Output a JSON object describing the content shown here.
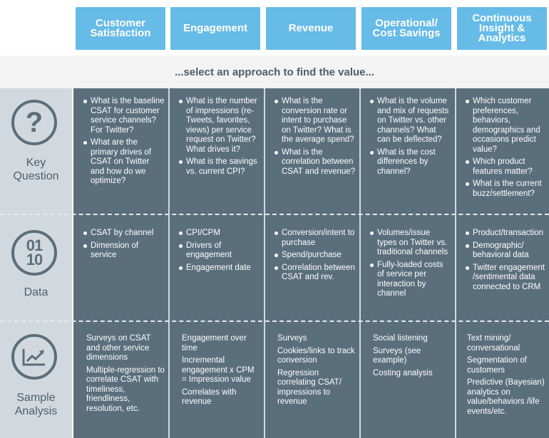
{
  "columns": [
    {
      "title": "Customer Satisfaction"
    },
    {
      "title": "Engagement"
    },
    {
      "title": "Revenue"
    },
    {
      "title": "Operational/ Cost Savings"
    },
    {
      "title": "Continuous Insight & Analytics"
    }
  ],
  "banner": "...select an approach to find the value...",
  "rows": [
    {
      "label_lines": [
        "Key",
        "Question"
      ],
      "icon": "question-mark-icon",
      "icon_text": "?",
      "cells": [
        [
          "What is the baseline CSAT for customer service channels? For Twitter?",
          "What are the primary drives of CSAT on Twitter and how do we optimize?"
        ],
        [
          "What is the number of impressions (re-Tweets, favorites, views) per service request on Twitter? What drives it?",
          "What is the savings vs. current CPI?"
        ],
        [
          "What is the conversion rate or intent to purchase on Twitter? What is the average spend?",
          "What is the correlation between CSAT and revenue?"
        ],
        [
          "What is the volume and mix of requests on Twitter vs. other channels? What can be deflected?",
          "What is the cost differences by channel?"
        ],
        [
          "Which customer preferences, behaviors, demographics and occasions predict value?",
          "Which product features matter?",
          "What is the current buzz/settlement?"
        ]
      ]
    },
    {
      "label_lines": [
        "Data"
      ],
      "icon": "binary-data-icon",
      "icon_lines": [
        "01",
        "10"
      ],
      "cells": [
        [
          "CSAT by channel",
          "Dimension of service"
        ],
        [
          "CPI/CPM",
          "Drivers of engagement",
          "Engagement date"
        ],
        [
          "Conversion/intent to purchase",
          "Spend/purchase",
          "Correlation between CSAT and rev."
        ],
        [
          "Volumes/issue types on Twitter vs. traditional channels",
          "Fully-loaded costs of service per interaction by channel"
        ],
        [
          "Product/transaction",
          "Demographic/ behavioral data",
          "Twitter engagement /sentimental data connected to CRM"
        ]
      ]
    },
    {
      "label_lines": [
        "Sample",
        "Analysis"
      ],
      "icon": "trend-chart-icon",
      "cells": [
        [
          "Surveys on CSAT and other service dimensions",
          "Multiple-regression to correlate CSAT with timeliness, friendliness, resolution, etc."
        ],
        [
          "Engagement over time",
          "Incremental engagement x CPM = Impression value",
          "Correlates with revenue"
        ],
        [
          "Surveys",
          "Cookies/links to track conversion",
          "Regression correlating CSAT/ impressions to revenue"
        ],
        [
          "Social listening",
          "Surveys (see example)",
          "Costing analysis"
        ],
        [
          "Text mining/ conversational",
          "Segmentation of customers",
          "Predictive (Bayesian) analytics on value/behaviors /life events/etc."
        ]
      ]
    }
  ],
  "colors": {
    "header": "#67bbe7",
    "cell": "#5b6e7c",
    "side": "#d2d9de",
    "banner": "#f3f3f3"
  }
}
